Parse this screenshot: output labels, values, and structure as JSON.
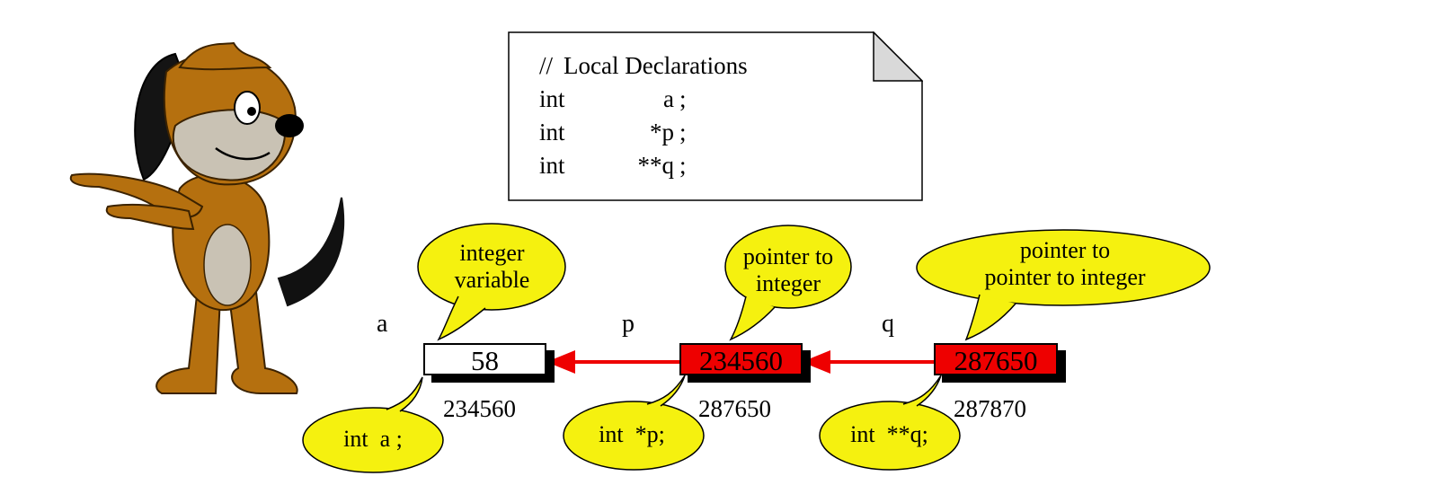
{
  "note": {
    "lines": [
      {
        "kw": "//",
        "name": "Local Declarations",
        "semi": ""
      },
      {
        "kw": "int",
        "name": "a",
        "semi": ";"
      },
      {
        "kw": "int",
        "name": "*p",
        "semi": ";"
      },
      {
        "kw": "int",
        "name": "**q",
        "semi": ";"
      }
    ]
  },
  "vars": {
    "a": {
      "name": "a",
      "value": "58",
      "address": "234560",
      "type_label": "integer\nvariable",
      "decl": "int  a ;"
    },
    "p": {
      "name": "p",
      "value": "234560",
      "address": "287650",
      "type_label": "pointer to\ninteger",
      "decl": "int  *p;"
    },
    "q": {
      "name": "q",
      "value": "287650",
      "address": "287870",
      "type_label": "pointer to\npointer to integer",
      "decl": "int  **q;"
    }
  },
  "colors": {
    "bubble_fill": "#f5f10f",
    "pointer_cell": "#ee0000",
    "arrow": "#ee0000"
  },
  "icons": {
    "mascot": "cartoon-dog-pointing-icon"
  }
}
